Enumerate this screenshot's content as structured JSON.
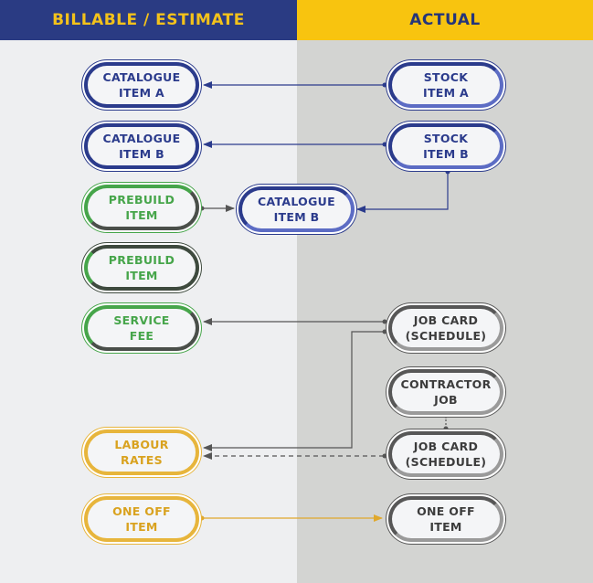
{
  "headers": {
    "billable": "BILLABLE / ESTIMATE",
    "actual": "ACTUAL"
  },
  "nodes": {
    "catalogue_a": "CATALOGUE\nITEM A",
    "catalogue_b": "CATALOGUE\nITEM B",
    "prebuild_1": "PREBUILD\nITEM",
    "catalogue_b_mid": "CATALOGUE\nITEM B",
    "prebuild_2": "PREBUILD\nITEM",
    "service_fee": "SERVICE\nFEE",
    "labour_rates": "LABOUR\nRATES",
    "one_off_left": "ONE OFF\nITEM",
    "stock_a": "STOCK\nITEM A",
    "stock_b": "STOCK\nITEM B",
    "job_card_1": "JOB CARD\n(SCHEDULE)",
    "contractor_job": "CONTRACTOR\nJOB",
    "job_card_2": "JOB CARD\n(SCHEDULE)",
    "one_off_right": "ONE OFF\nITEM"
  },
  "colors": {
    "header_left_bg": "#2a3b83",
    "header_left_text": "#f3c21b",
    "header_right_bg": "#f8c40f",
    "header_right_text": "#25357a",
    "blue": "#2b3b8c",
    "green": "#46a54a",
    "gold": "#e7b53c",
    "grey": "#575757"
  }
}
